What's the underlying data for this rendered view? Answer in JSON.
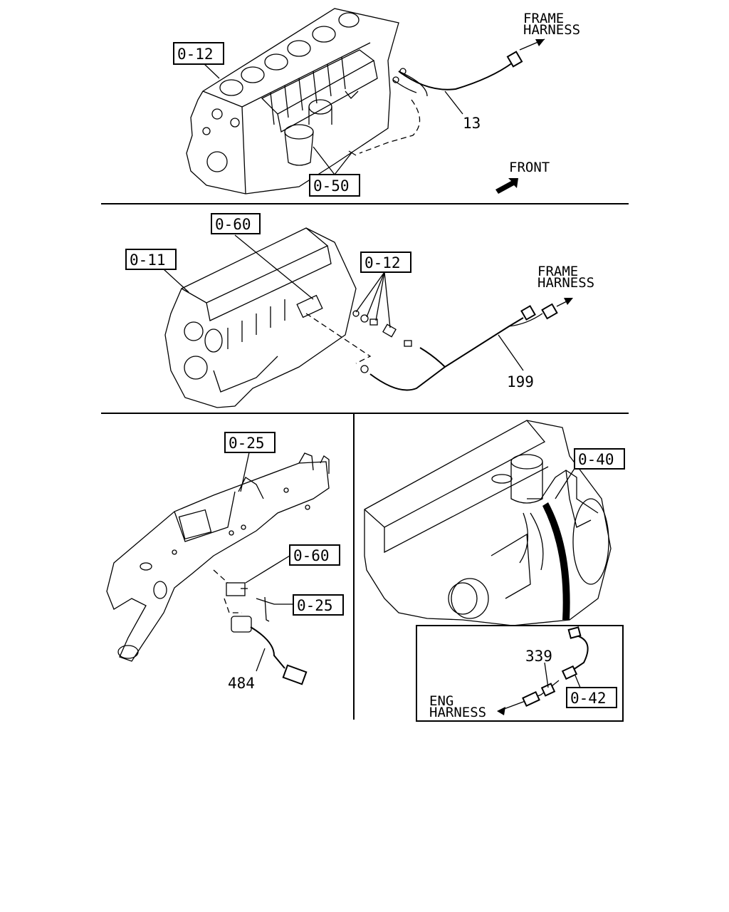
{
  "panel1": {
    "ref_block": "0-12",
    "ref_sensor": "0-50",
    "part_harness": "13",
    "frame_harness_line1": "FRAME",
    "frame_harness_line2": "HARNESS",
    "front_label": "FRONT"
  },
  "panel2": {
    "ref_top": "0-60",
    "ref_block": "0-11",
    "ref_switch": "0-12",
    "part_harness": "199",
    "frame_harness_line1": "FRAME",
    "frame_harness_line2": "HARNESS"
  },
  "panel3": {
    "ref_manifold": "0-25",
    "ref_sensor": "0-60",
    "ref_bolt": "0-25",
    "part_sensor": "484"
  },
  "panel4": {
    "ref_top": "0-40",
    "part_harness": "339",
    "ref_connector": "0-42",
    "eng_harness_line1": "ENG",
    "eng_harness_line2": "HARNESS"
  }
}
